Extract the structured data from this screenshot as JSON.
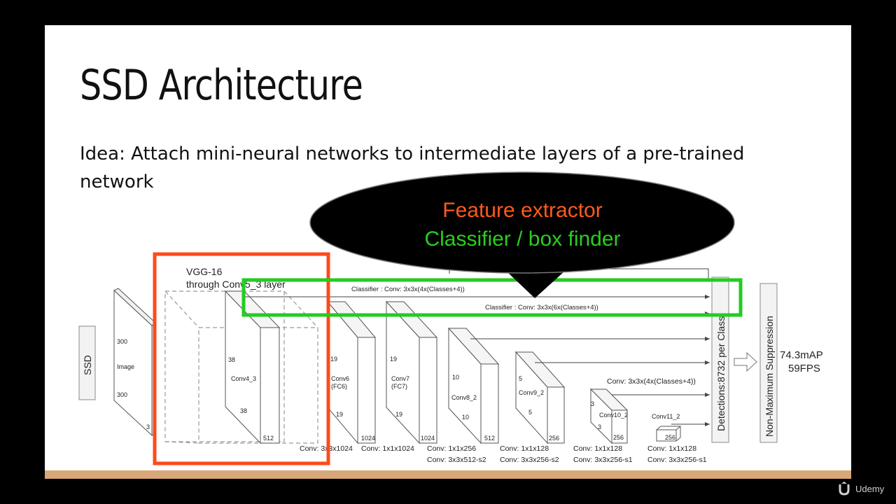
{
  "slide": {
    "title": "SSD Architecture",
    "idea_text": "Idea: Attach mini-neural networks to intermediate layers of a pre-trained network"
  },
  "callout": {
    "line1": "Feature extractor",
    "line2": "Classifier / box finder",
    "line1_color": "#ff5a1f",
    "line2_color": "#2ccd1f"
  },
  "diagram": {
    "ssd_label": "SSD",
    "image": {
      "label": "Image",
      "top": "300",
      "bottom": "300",
      "depth": "3"
    },
    "vgg": {
      "line1": "VGG-16",
      "line2": "through Conv5_3 layer"
    },
    "conv4_3": {
      "label": "Conv4_3",
      "top": "38",
      "bottom": "38",
      "depth": "512"
    },
    "conv6": {
      "label1": "Conv6",
      "label2": "(FC6)",
      "top": "19",
      "bottom": "19",
      "depth": "1024"
    },
    "conv7": {
      "label1": "Conv7",
      "label2": "(FC7)",
      "top": "19",
      "bottom": "19",
      "depth": "1024"
    },
    "conv8_2": {
      "label": "Conv8_2",
      "top": "10",
      "bottom": "10",
      "depth": "512"
    },
    "conv9_2": {
      "label": "Conv9_2",
      "top": "5",
      "bottom": "5",
      "depth": "256"
    },
    "conv10_2": {
      "label": "Conv10_2",
      "top": "3",
      "bottom": "3",
      "depth": "256"
    },
    "conv11_2": {
      "label": "Conv11_2",
      "depth": "256"
    },
    "classifier1": "Classifier : Conv: 3x3x(4x(Classes+4))",
    "classifier2": "Classifier : Conv: 3x3x(6x(Classes+4))",
    "classifier3": "Conv: 3x3x(4x(Classes+4))",
    "bottom_row1": [
      "Conv: 3x3x1024",
      "Conv: 1x1x1024",
      "Conv: 1x1x256",
      "Conv: 1x1x128",
      "Conv: 1x1x128",
      "Conv: 1x1x128"
    ],
    "bottom_row2": [
      "Conv: 3x3x512-s2",
      "Conv: 3x3x256-s2",
      "Conv: 3x3x256-s1",
      "Conv: 3x3x256-s1"
    ],
    "detections": "Detections:8732 per Class",
    "nms": "Non-Maximum Suppression",
    "map": "74.3mAP",
    "fps": "59FPS"
  },
  "highlights": {
    "feature_box_color": "#ff4a1a",
    "classifier_box_color": "#22cc22"
  },
  "watermark": {
    "text": "Udemy",
    "icon": "udemy-logo-icon"
  }
}
